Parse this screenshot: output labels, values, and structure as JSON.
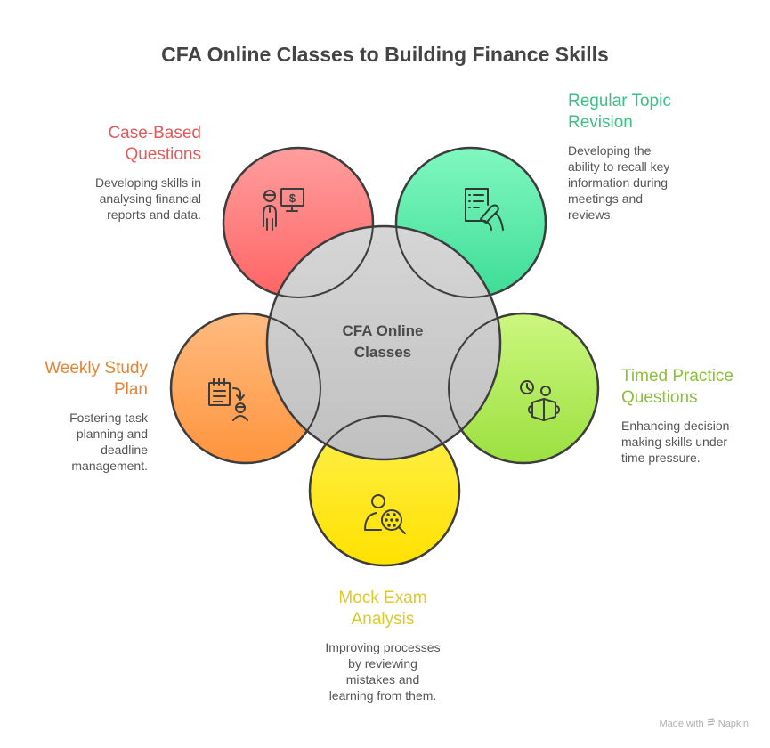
{
  "title": "CFA Online Classes to Building Finance Skills",
  "center": {
    "label_line1": "CFA Online",
    "label_line2": "Classes",
    "color": "#c9c9c9"
  },
  "nodes": [
    {
      "id": "case-based",
      "title_line1": "Case-Based",
      "title_line2": "Questions",
      "desc_lines": [
        "Developing skills in",
        "analysing financial",
        "reports and data."
      ],
      "color": "#e05a5a",
      "fill_top": "#ff9e9e",
      "fill_bottom": "#ff6b6b",
      "icon": "analyst-monitor-dollar-icon"
    },
    {
      "id": "regular-topic",
      "title_line1": "Regular Topic",
      "title_line2": "Revision",
      "desc_lines": [
        "Developing the",
        "ability to recall key",
        "information during",
        "meetings and",
        "reviews."
      ],
      "color": "#3cbf86",
      "fill_top": "#7df7bf",
      "fill_bottom": "#3ddc97",
      "icon": "document-writing-hand-icon"
    },
    {
      "id": "weekly-study",
      "title_line1": "Weekly Study",
      "title_line2": "Plan",
      "desc_lines": [
        "Fostering task",
        "planning and",
        "deadline",
        "management."
      ],
      "color": "#e0863a",
      "fill_top": "#ffbb80",
      "fill_bottom": "#ff943d",
      "icon": "notepad-arrow-person-icon"
    },
    {
      "id": "timed-practice",
      "title_line1": "Timed Practice",
      "title_line2": "Questions",
      "desc_lines": [
        "Enhancing decision-",
        "making skills under",
        "time pressure."
      ],
      "color": "#8cbf3c",
      "fill_top": "#c9f57a",
      "fill_bottom": "#9be040",
      "icon": "clock-reading-person-icon"
    },
    {
      "id": "mock-exam",
      "title_line1": "Mock Exam",
      "title_line2": "Analysis",
      "desc_lines": [
        "Improving processes",
        "by reviewing",
        "mistakes and",
        "learning from them."
      ],
      "color": "#e0c829",
      "fill_top": "#fff14d",
      "fill_bottom": "#ffe100",
      "icon": "person-magnifier-icon"
    }
  ],
  "footer": {
    "made_with": "Made with",
    "brand": "Napkin"
  }
}
